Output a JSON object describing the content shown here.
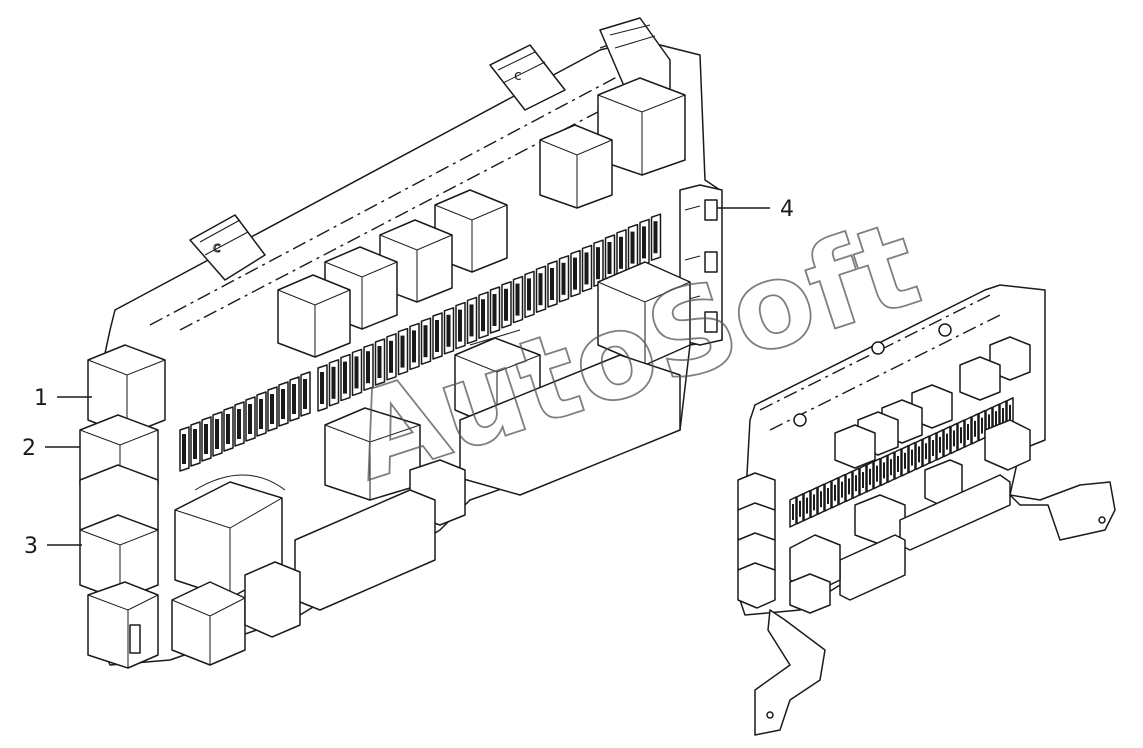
{
  "callouts": [
    {
      "id": "1",
      "text": "1"
    },
    {
      "id": "2",
      "text": "2"
    },
    {
      "id": "3",
      "text": "3"
    },
    {
      "id": "4",
      "text": "4"
    }
  ],
  "watermark": {
    "text": "AutoSoft"
  },
  "colors": {
    "line": "#1a1a1a",
    "background": "#ffffff",
    "watermark": "#555555"
  }
}
